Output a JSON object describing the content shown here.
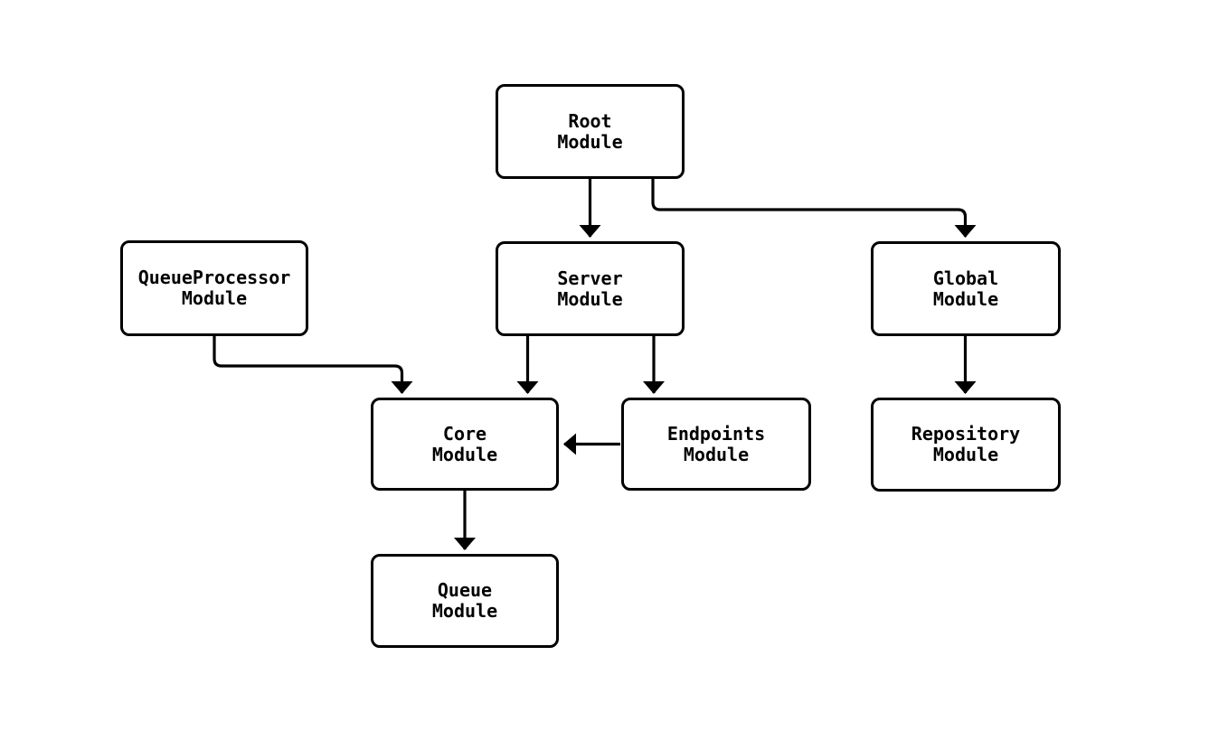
{
  "diagram": {
    "type": "flowchart",
    "background": "#ffffff",
    "node_fill": "#ffffff",
    "node_border_color": "#000000",
    "edge_color": "#000000",
    "nodes": [
      {
        "id": "root-module",
        "label": "Root\nModule"
      },
      {
        "id": "queueprocessor-module",
        "label": "QueueProcessor\nModule"
      },
      {
        "id": "server-module",
        "label": "Server\nModule"
      },
      {
        "id": "global-module",
        "label": "Global\nModule"
      },
      {
        "id": "core-module",
        "label": "Core\nModule"
      },
      {
        "id": "endpoints-module",
        "label": "Endpoints\nModule"
      },
      {
        "id": "repository-module",
        "label": "Repository\nModule"
      },
      {
        "id": "queue-module",
        "label": "Queue\nModule"
      }
    ],
    "edges": [
      {
        "from": "Root Module",
        "to": "Server Module"
      },
      {
        "from": "Root Module",
        "to": "Global Module"
      },
      {
        "from": "QueueProcessor Module",
        "to": "Core Module"
      },
      {
        "from": "Server Module",
        "to": "Core Module"
      },
      {
        "from": "Server Module",
        "to": "Endpoints Module"
      },
      {
        "from": "Endpoints Module",
        "to": "Core Module"
      },
      {
        "from": "Global Module",
        "to": "Repository Module"
      },
      {
        "from": "Core Module",
        "to": "Queue Module"
      }
    ]
  }
}
